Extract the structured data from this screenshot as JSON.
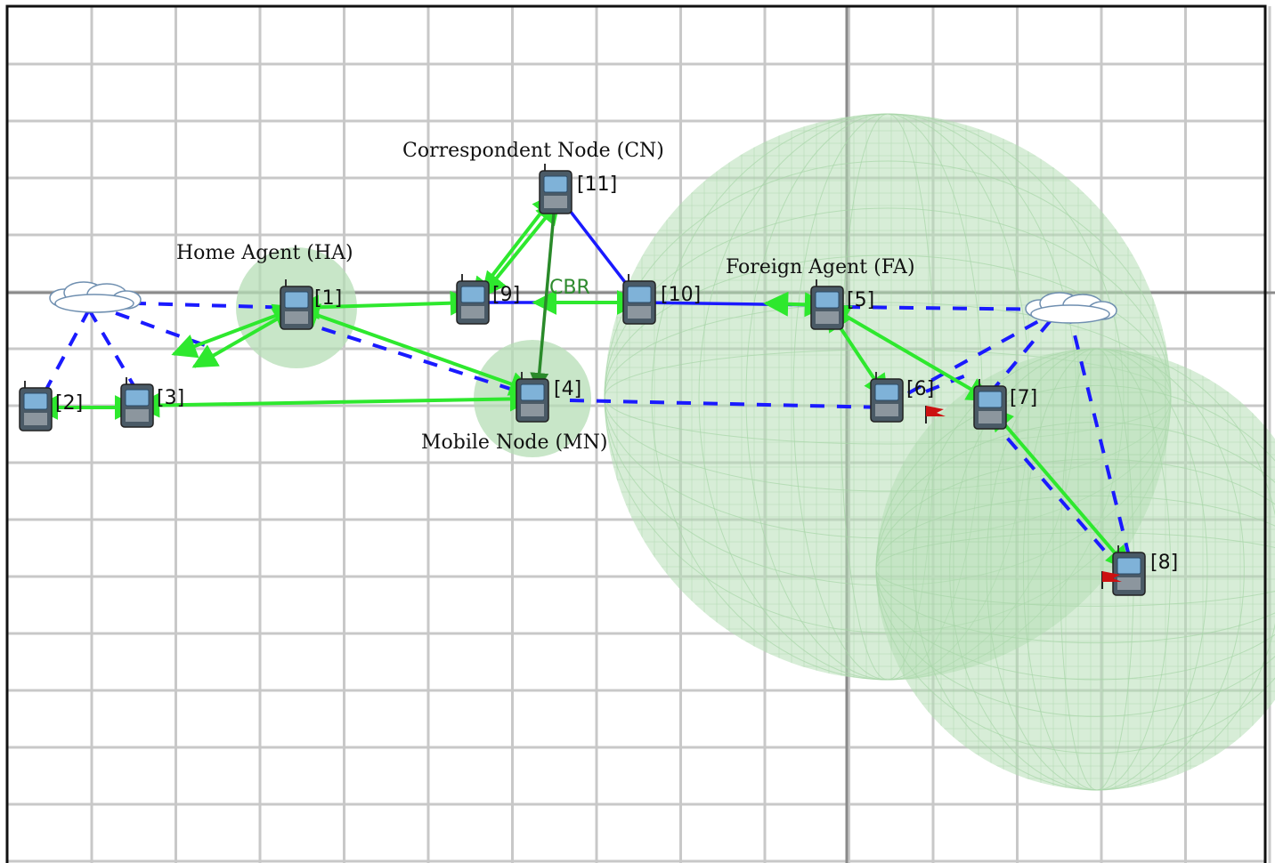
{
  "canvas": {
    "grid_color": "#c8c8c8",
    "axis_color": "#8a8a8a",
    "border_color": "#111111",
    "background": "#ffffff"
  },
  "colors": {
    "range_fill": "#b6deb6",
    "wired_link": "#1a1aff",
    "wireless_link": "#1a1aff",
    "traffic": "#2ee82e",
    "cbr": "#2a8a2a",
    "flag": "#cc1111"
  },
  "labels": {
    "correspondent": "Correspondent Node (CN)",
    "home_agent": "Home Agent (HA)",
    "foreign_agent": "Foreign Agent (FA)",
    "mobile_node": "Mobile Node (MN)",
    "cbr": "CBR"
  },
  "nodes": [
    {
      "id": "1",
      "label": "[1]"
    },
    {
      "id": "2",
      "label": "[2]"
    },
    {
      "id": "3",
      "label": "[3]"
    },
    {
      "id": "4",
      "label": "[4]"
    },
    {
      "id": "5",
      "label": "[5]"
    },
    {
      "id": "6",
      "label": "[6]"
    },
    {
      "id": "7",
      "label": "[7]"
    },
    {
      "id": "8",
      "label": "[8]"
    },
    {
      "id": "9",
      "label": "[9]"
    },
    {
      "id": "10",
      "label": "[10]"
    },
    {
      "id": "11",
      "label": "[11]"
    }
  ],
  "icons": {
    "node": "mobile-device-icon",
    "cloud": "wireless-cloud-icon",
    "flag": "flag-icon"
  }
}
